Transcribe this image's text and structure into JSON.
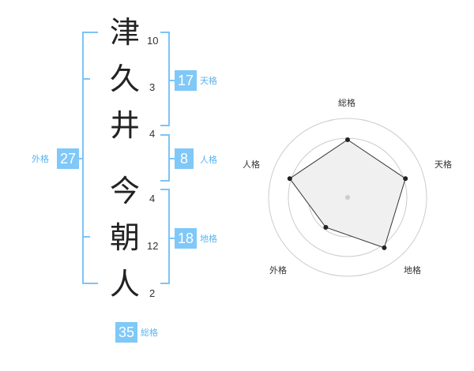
{
  "name_chars": [
    {
      "char": "津",
      "strokes": "10"
    },
    {
      "char": "久",
      "strokes": "3"
    },
    {
      "char": "井",
      "strokes": "4"
    },
    {
      "char": "今",
      "strokes": "4"
    },
    {
      "char": "朝",
      "strokes": "12"
    },
    {
      "char": "人",
      "strokes": "2"
    }
  ],
  "kaku": {
    "tenkaku": {
      "value": "17",
      "label": "天格"
    },
    "jinkaku": {
      "value": "8",
      "label": "人格"
    },
    "chikaku": {
      "value": "18",
      "label": "地格"
    },
    "gaikaku": {
      "value": "27",
      "label": "外格"
    },
    "soukaku": {
      "value": "35",
      "label": "総格"
    }
  },
  "colors": {
    "accent": "#7fc8f8",
    "accent_text": "#5ab4ee",
    "radar_fill": "#f0f0f0",
    "radar_ring": "#cccccc"
  },
  "chart_data": {
    "type": "radar",
    "axes": [
      "総格",
      "天格",
      "地格",
      "外格",
      "人格"
    ],
    "values": [
      0.73,
      0.77,
      0.79,
      0.47,
      0.77
    ],
    "rings": 4,
    "grid": true
  }
}
